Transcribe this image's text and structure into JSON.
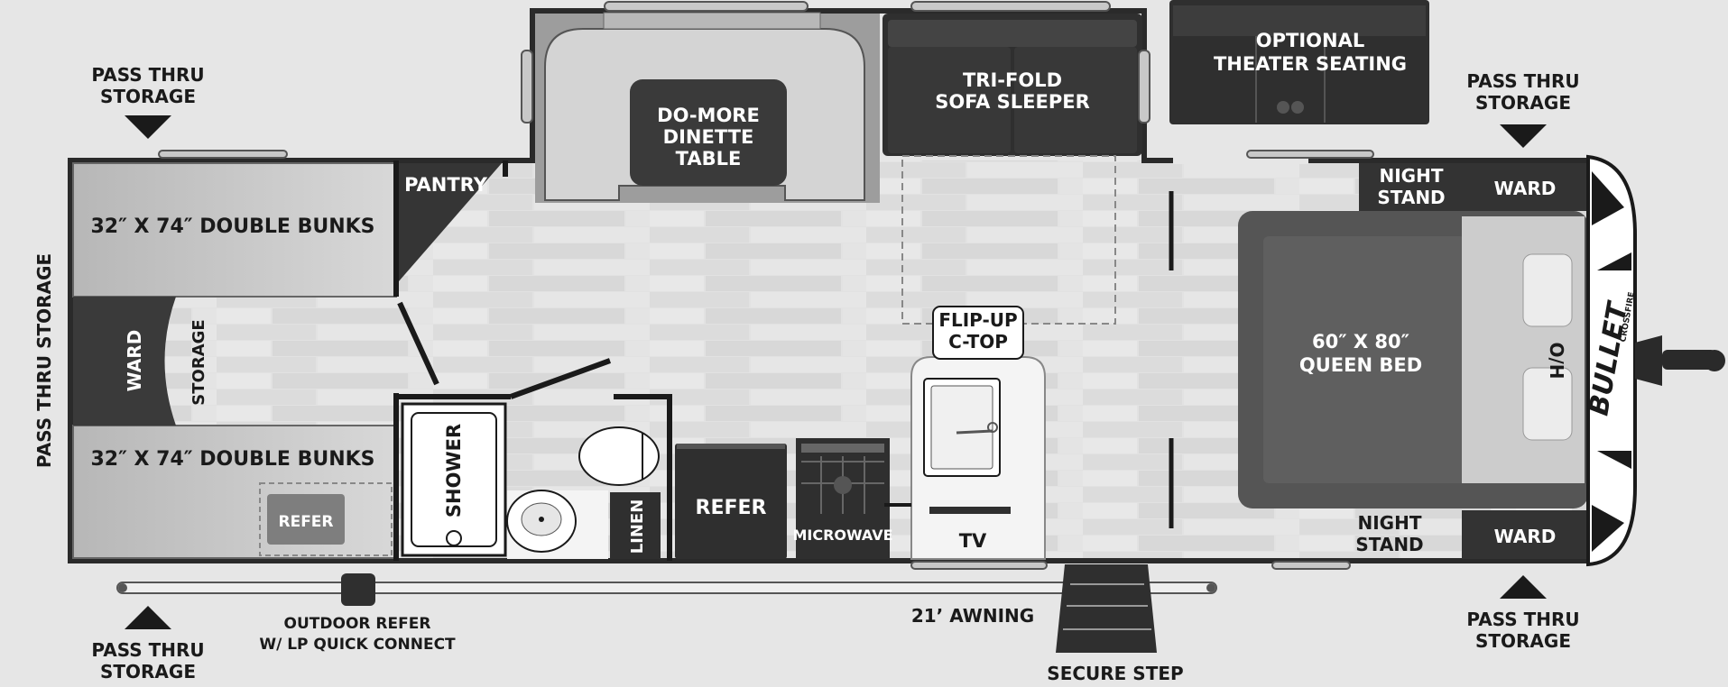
{
  "labels": {
    "pass_thru_top_left": [
      "PASS THRU",
      "STORAGE"
    ],
    "pass_thru_top_right": [
      "PASS THRU",
      "STORAGE"
    ],
    "pass_thru_bottom_left": [
      "PASS THRU",
      "STORAGE"
    ],
    "pass_thru_bottom_right": [
      "PASS THRU",
      "STORAGE"
    ],
    "pass_thru_side": "PASS THRU STORAGE",
    "bunks_top": "32″ X 74″ DOUBLE BUNKS",
    "bunks_bottom": "32″ X 74″ DOUBLE BUNKS",
    "ward_left": "WARD",
    "storage_left": "STORAGE",
    "pantry": "PANTRY",
    "dinette": [
      "DO-MORE",
      "DINETTE",
      "TABLE"
    ],
    "sofa": [
      "TRI-FOLD",
      "SOFA SLEEPER"
    ],
    "theater": [
      "OPTIONAL",
      "THEATER SEATING"
    ],
    "night_stand_top": [
      "NIGHT",
      "STAND"
    ],
    "night_stand_bottom": [
      "NIGHT",
      "STAND"
    ],
    "ward_top_right": "WARD",
    "ward_bottom_right": "WARD",
    "queen_bed": [
      "60″ X 80″",
      "QUEEN BED"
    ],
    "overhead": "O/H",
    "flip_up": [
      "FLIP-UP",
      "C-TOP"
    ],
    "shower": "SHOWER",
    "linen": "LINEN",
    "refer_main": "REFER",
    "refer_small": "REFER",
    "microwave": "MICROWAVE",
    "tv": "TV",
    "outdoor_refer": [
      "OUTDOOR REFER",
      "W/ LP QUICK CONNECT"
    ],
    "awning": "21’ AWNING",
    "secure_step": "SECURE STEP",
    "brand": "BULLET",
    "brand_sub": "CROSSFIRE"
  }
}
